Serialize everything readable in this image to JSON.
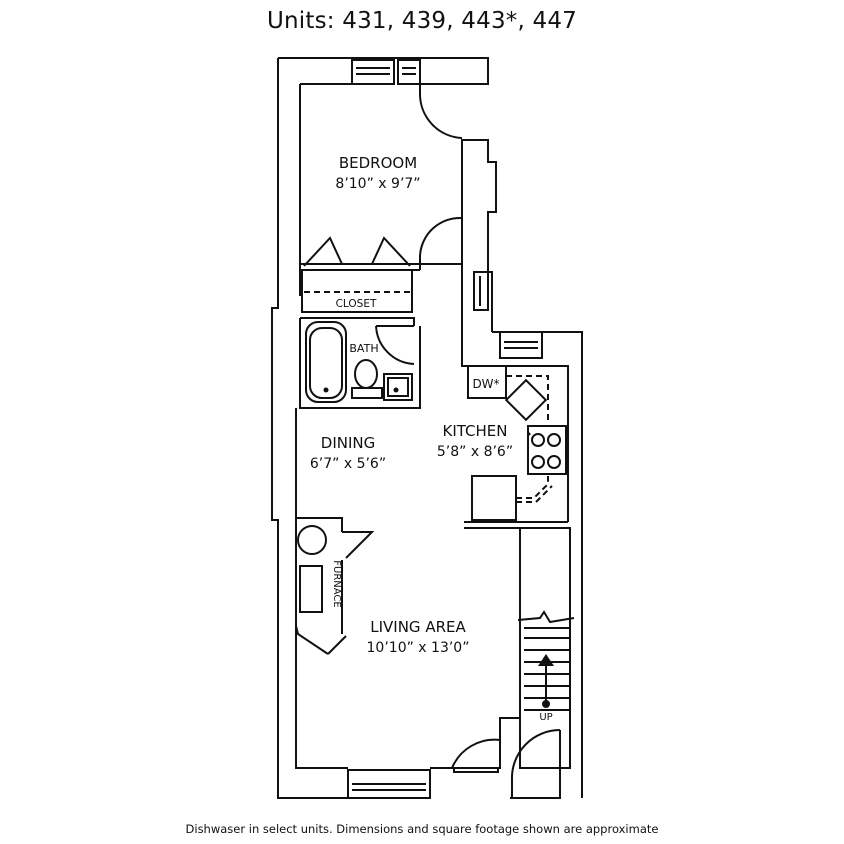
{
  "title": "Units: 431, 439, 443*, 447",
  "footnote": "Dishwaser in select units. Dimensions and square footage shown are approximate",
  "rooms": {
    "bedroom": {
      "name": "BEDROOM",
      "dims": "8’10” x 9’7”"
    },
    "closet": {
      "name": "CLOSET"
    },
    "bath": {
      "name": "BATH"
    },
    "dishwasher": {
      "name": "DW*"
    },
    "kitchen": {
      "name": "KITCHEN",
      "dims": "5’8” x 8’6”"
    },
    "dining": {
      "name": "DINING",
      "dims": "6’7” x 5’6”"
    },
    "furnace": {
      "name": "FURNACE"
    },
    "living": {
      "name": "LIVING AREA",
      "dims": "10’10” x 13’0”"
    },
    "stairs": {
      "name": "UP"
    }
  },
  "colors": {
    "line": "#111111",
    "background": "#ffffff"
  }
}
